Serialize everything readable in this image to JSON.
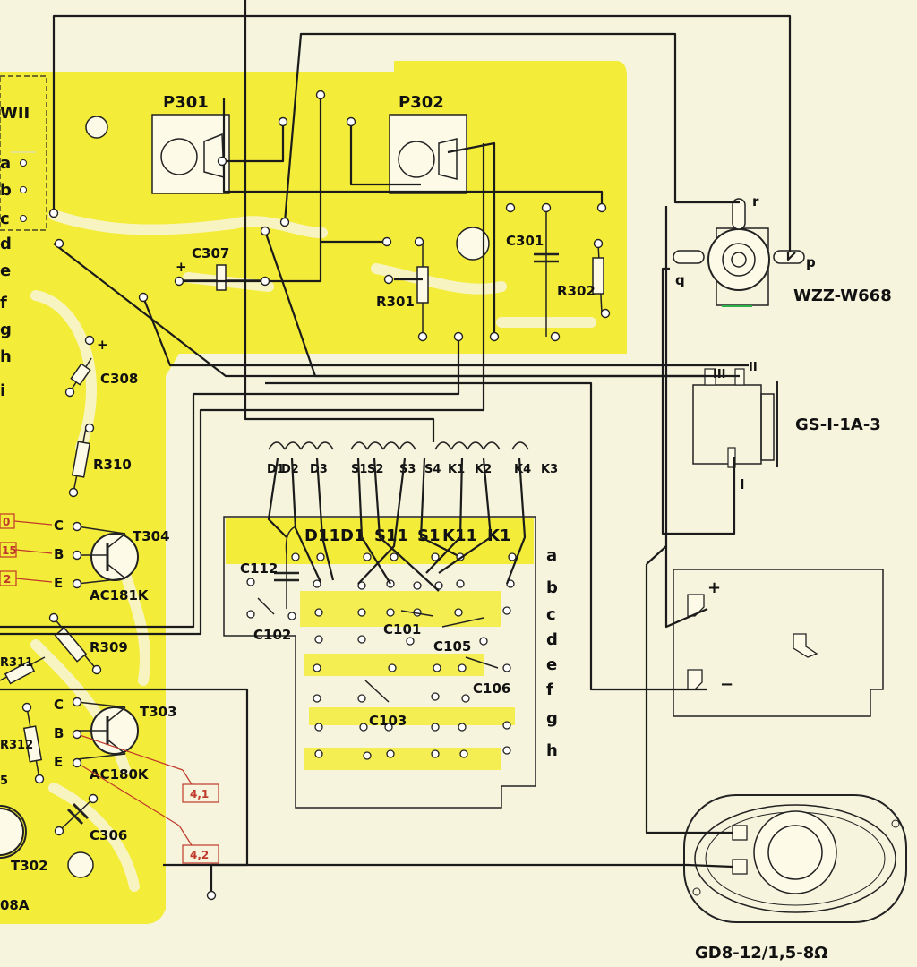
{
  "colors": {
    "board": "#f3ec39",
    "paper": "#f6f4dd",
    "wire": "#1b1b1b",
    "trace": "#f8f4c2",
    "red": "#c0392b"
  },
  "labels": {
    "p301": "P301",
    "p302": "P302",
    "c307": "C307",
    "c301": "C301",
    "r301": "R301",
    "r302": "R302",
    "c308": "C308",
    "r310": "R310",
    "t304": "T304",
    "ac181k": "AC181K",
    "r309": "R309",
    "t303": "T303",
    "ac180k": "AC180K",
    "c306": "C306",
    "t302": "T302",
    "r312": "R312",
    "r311": "R311",
    "t302_type": "08A",
    "edge_5": "5",
    "w11": "WII",
    "c112": "C112",
    "c102": "C102",
    "c101": "C101",
    "c105": "C105",
    "c106": "C106",
    "c103": "C103",
    "wzz": "WZZ-W668",
    "gs": "GS-I-1A-3",
    "gd": "GD8-12/1,5-8Ω",
    "pot_r": "r",
    "pot_p": "p",
    "pot_q": "q",
    "sw_I": "I",
    "sw_II": "II",
    "sw_III": "III",
    "plus": "+",
    "minus": "−",
    "plus_c307": "+",
    "plus_c308": "+"
  },
  "edge_letters": [
    "a",
    "b",
    "c",
    "d",
    "e",
    "f",
    "g",
    "h",
    "i"
  ],
  "row_letters": [
    "a",
    "b",
    "c",
    "d",
    "e",
    "f",
    "g",
    "h"
  ],
  "terminals": {
    "t304": [
      "C",
      "B",
      "E"
    ],
    "t303": [
      "C",
      "B",
      "E"
    ]
  },
  "red_refs": {
    "t304_c": "0",
    "t304_b": "15",
    "t304_e": "2",
    "ref_41": "4,1",
    "ref_42": "4,2"
  },
  "coil_labels": [
    "D1",
    "D2",
    "D3",
    "S1",
    "S2",
    "S3",
    "S4",
    "K1",
    "K2",
    "K4",
    "K3"
  ],
  "switch_labels": [
    "D11",
    "D1",
    "S11",
    "S1",
    "K11",
    "K1"
  ]
}
